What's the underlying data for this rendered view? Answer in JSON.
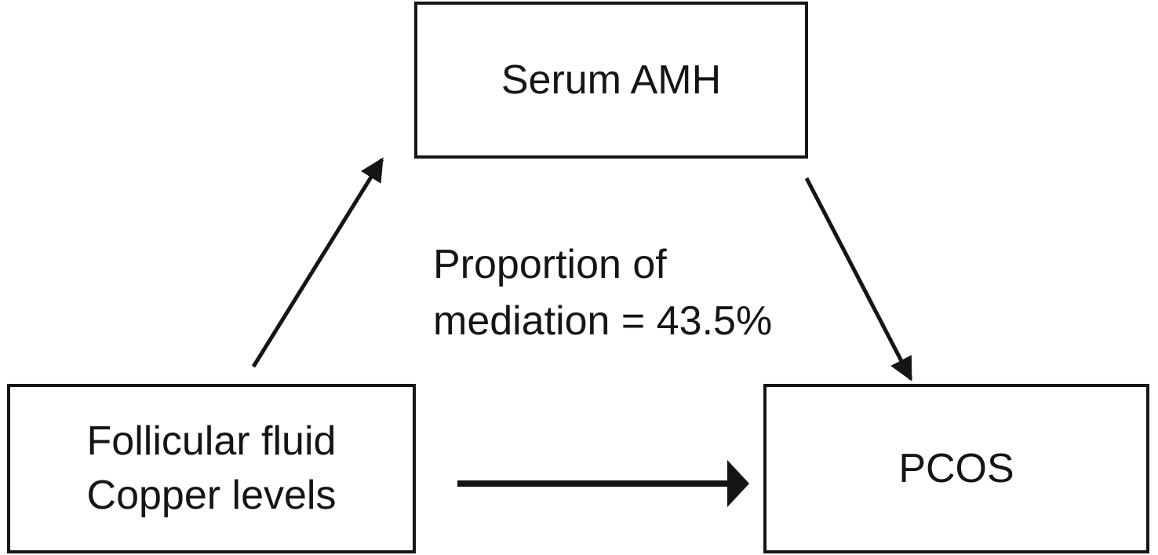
{
  "diagram": {
    "nodes": [
      {
        "id": "mediator",
        "label": "Serum AMH"
      },
      {
        "id": "exposure",
        "label_lines": [
          "Follicular fluid",
          "Copper levels"
        ]
      },
      {
        "id": "outcome",
        "label": "PCOS"
      }
    ],
    "annotation": {
      "line1": "Proportion of",
      "line2": "mediation = 43.5%"
    },
    "edges": [
      {
        "from": "exposure",
        "to": "mediator",
        "style": "thin"
      },
      {
        "from": "mediator",
        "to": "outcome",
        "style": "thin"
      },
      {
        "from": "exposure",
        "to": "outcome",
        "style": "thick"
      }
    ],
    "colors": {
      "stroke": "#151515",
      "background": "#ffffff"
    }
  }
}
